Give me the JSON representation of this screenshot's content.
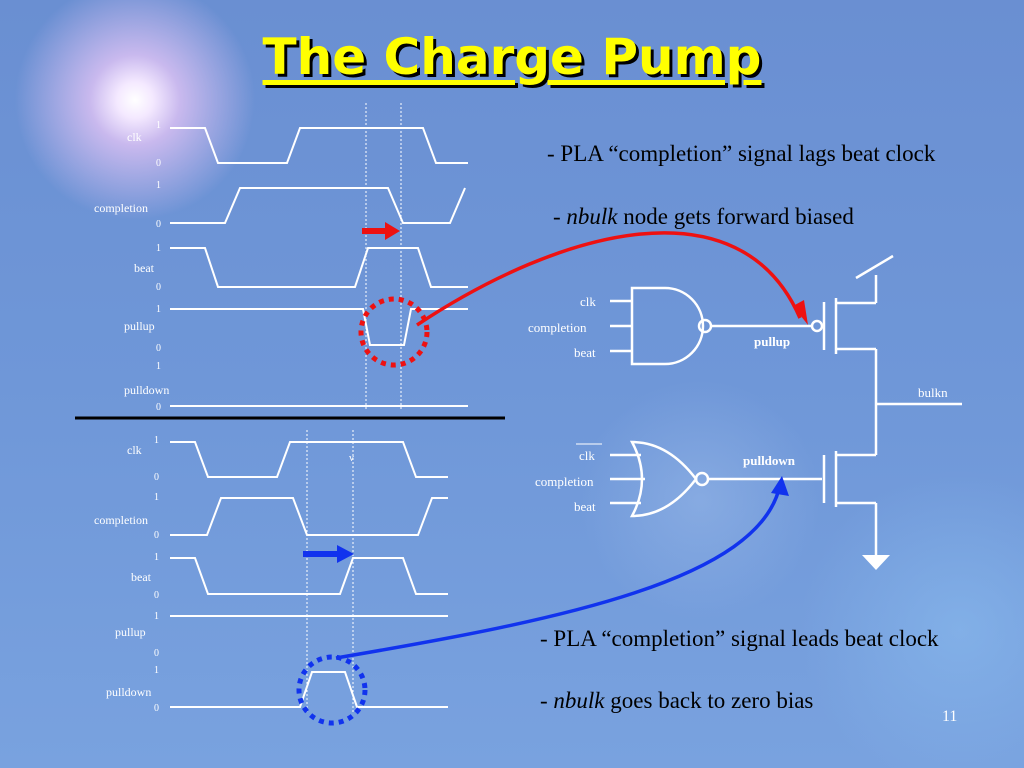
{
  "title": "The Charge Pump",
  "top_note": {
    "line1": "- PLA “completion” signal lags beat clock",
    "line2_em": "nbulk",
    "line2_rest": " node gets forward biased"
  },
  "bottom_note": {
    "line1": "- PLA “completion” signal leads beat clock",
    "line2_em": "nbulk",
    "line2_rest": " goes back to zero bias"
  },
  "page_number": "11",
  "timing_top": {
    "signals": [
      "clk",
      "completion",
      "beat",
      "pullup",
      "pulldown"
    ],
    "high": "1",
    "low": "0",
    "marker": ""
  },
  "timing_bottom": {
    "signals": [
      "clk",
      "completion",
      "beat",
      "pullup",
      "pulldown"
    ],
    "high": "1",
    "low": "0",
    "marker": "v"
  },
  "circuit": {
    "nand_inputs": [
      "clk",
      "completion",
      "beat"
    ],
    "nor_inputs": [
      "clk",
      "completion",
      "beat"
    ],
    "pullup": "pullup",
    "pulldown": "pulldown",
    "bulkn": "bulkn"
  },
  "colors": {
    "title": "#ffff00",
    "lag_arrow": "#ee1111",
    "lead_arrow": "#1133ee",
    "wire": "#ffffff"
  }
}
